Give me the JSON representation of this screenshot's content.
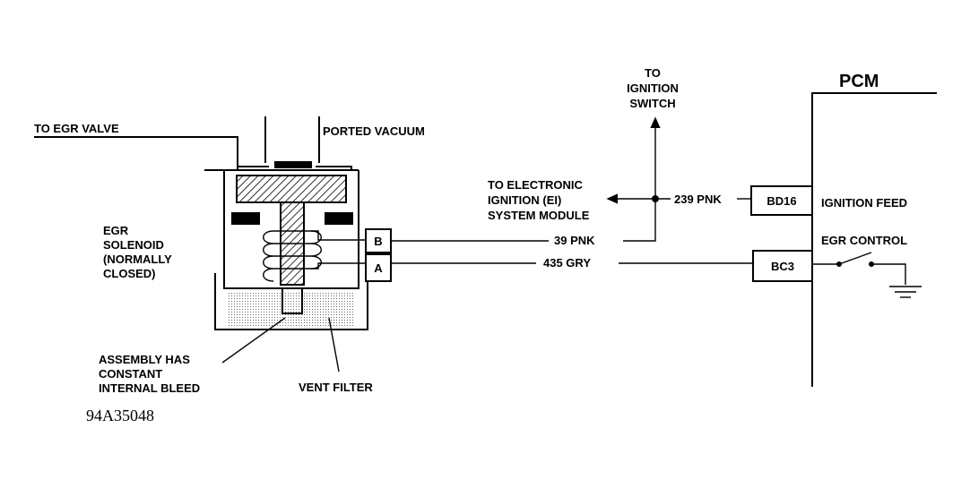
{
  "labels": {
    "to_egr_valve": "TO EGR VALVE",
    "ported_vacuum": "PORTED VACUUM",
    "egr_solenoid": [
      "EGR",
      "SOLENOID",
      "(NORMALLY",
      "CLOSED)"
    ],
    "assembly_bleed": [
      "ASSEMBLY HAS",
      "CONSTANT",
      "INTERNAL BLEED"
    ],
    "vent_filter": "VENT FILTER",
    "figure_id": "94A35048",
    "to_ignition_switch": [
      "TO",
      "IGNITION",
      "SWITCH"
    ],
    "to_ei_module": [
      "TO ELECTRONIC",
      "IGNITION (EI)",
      "SYSTEM MODULE"
    ],
    "pcm": "PCM",
    "ignition_feed": "IGNITION FEED",
    "egr_control": "EGR CONTROL"
  },
  "connectors": {
    "solenoid_b": "B",
    "solenoid_a": "A",
    "pcm_ignition": "BD16",
    "pcm_egr": "BC3"
  },
  "wires": {
    "pnk_39": "39 PNK",
    "gry_435": "435 GRY",
    "pnk_239": "239 PNK"
  }
}
